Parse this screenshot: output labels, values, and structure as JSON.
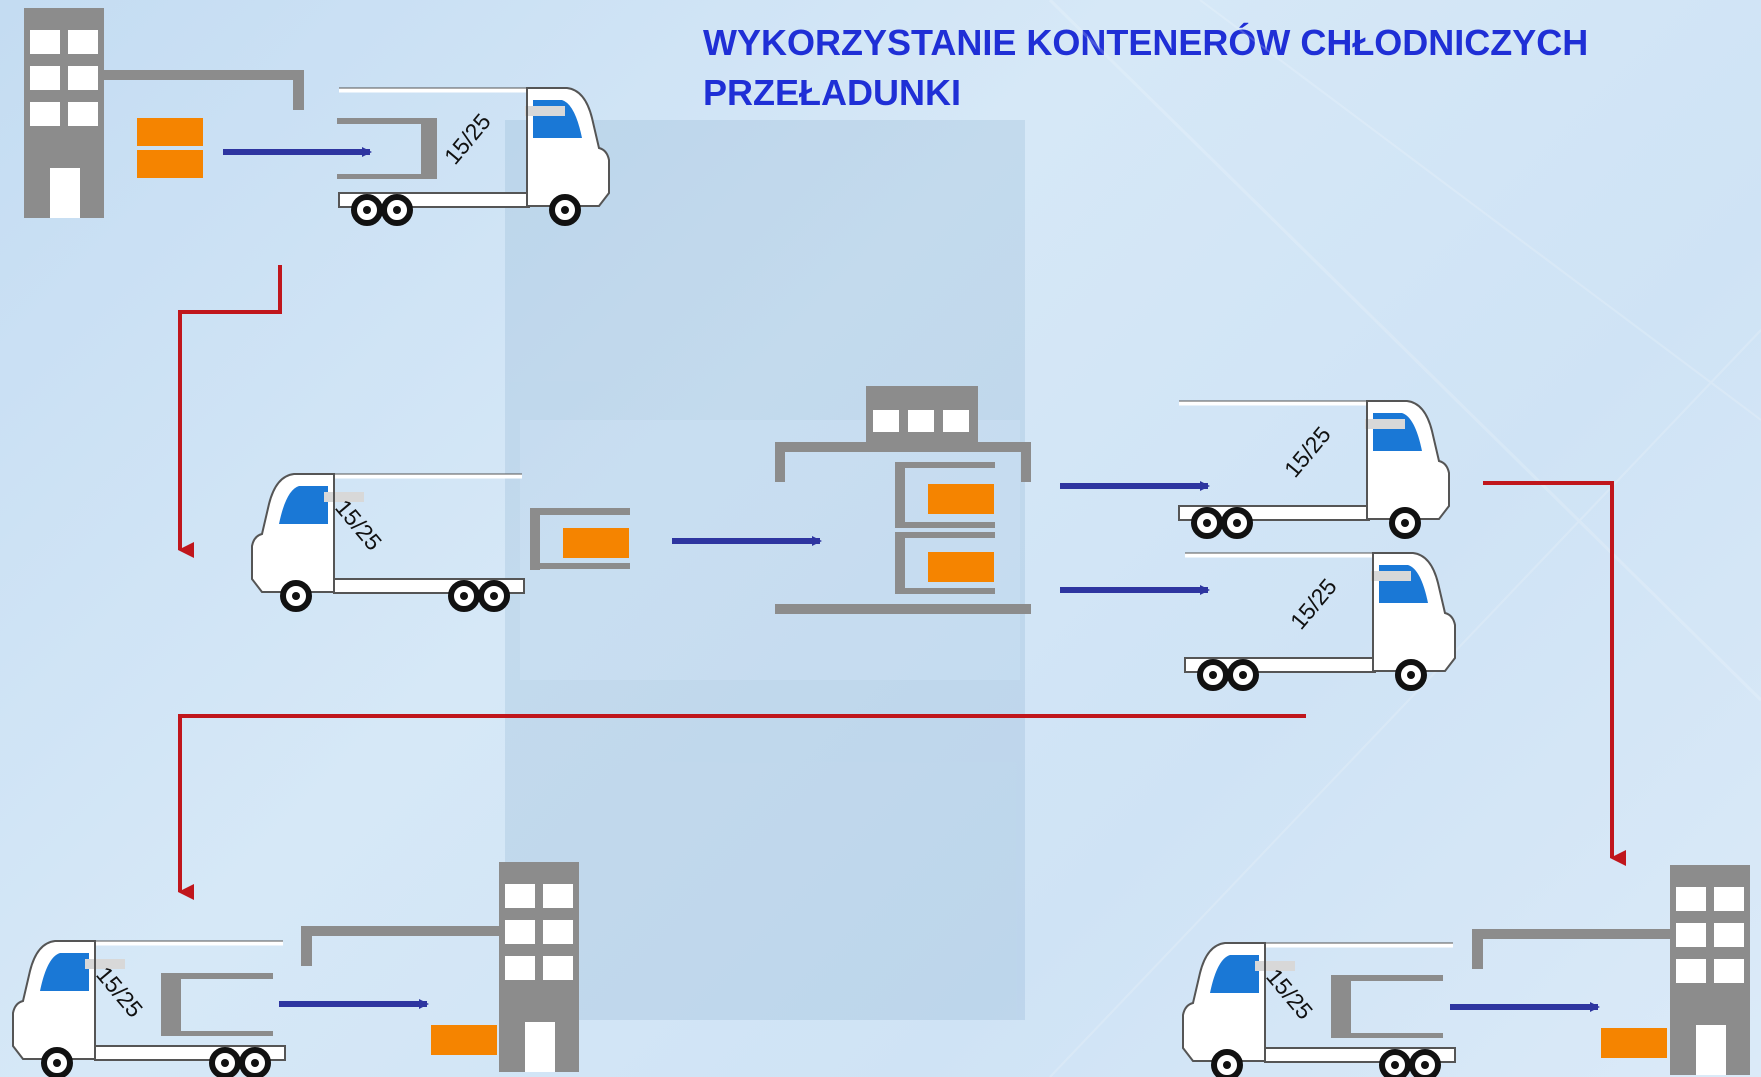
{
  "title": {
    "line1": "WYKORZYSTANIE KONTENERÓW CHŁODNICZYCH",
    "line2": "PRZEŁADUNKI"
  },
  "truck_label": "15/25",
  "colors": {
    "title": "#1f2fd6",
    "blue_arrow": "#2e35a0",
    "red_connector": "#c0161c",
    "container": "#f58400",
    "building": "#8c8c8c",
    "cab_window": "#1a78d6"
  }
}
